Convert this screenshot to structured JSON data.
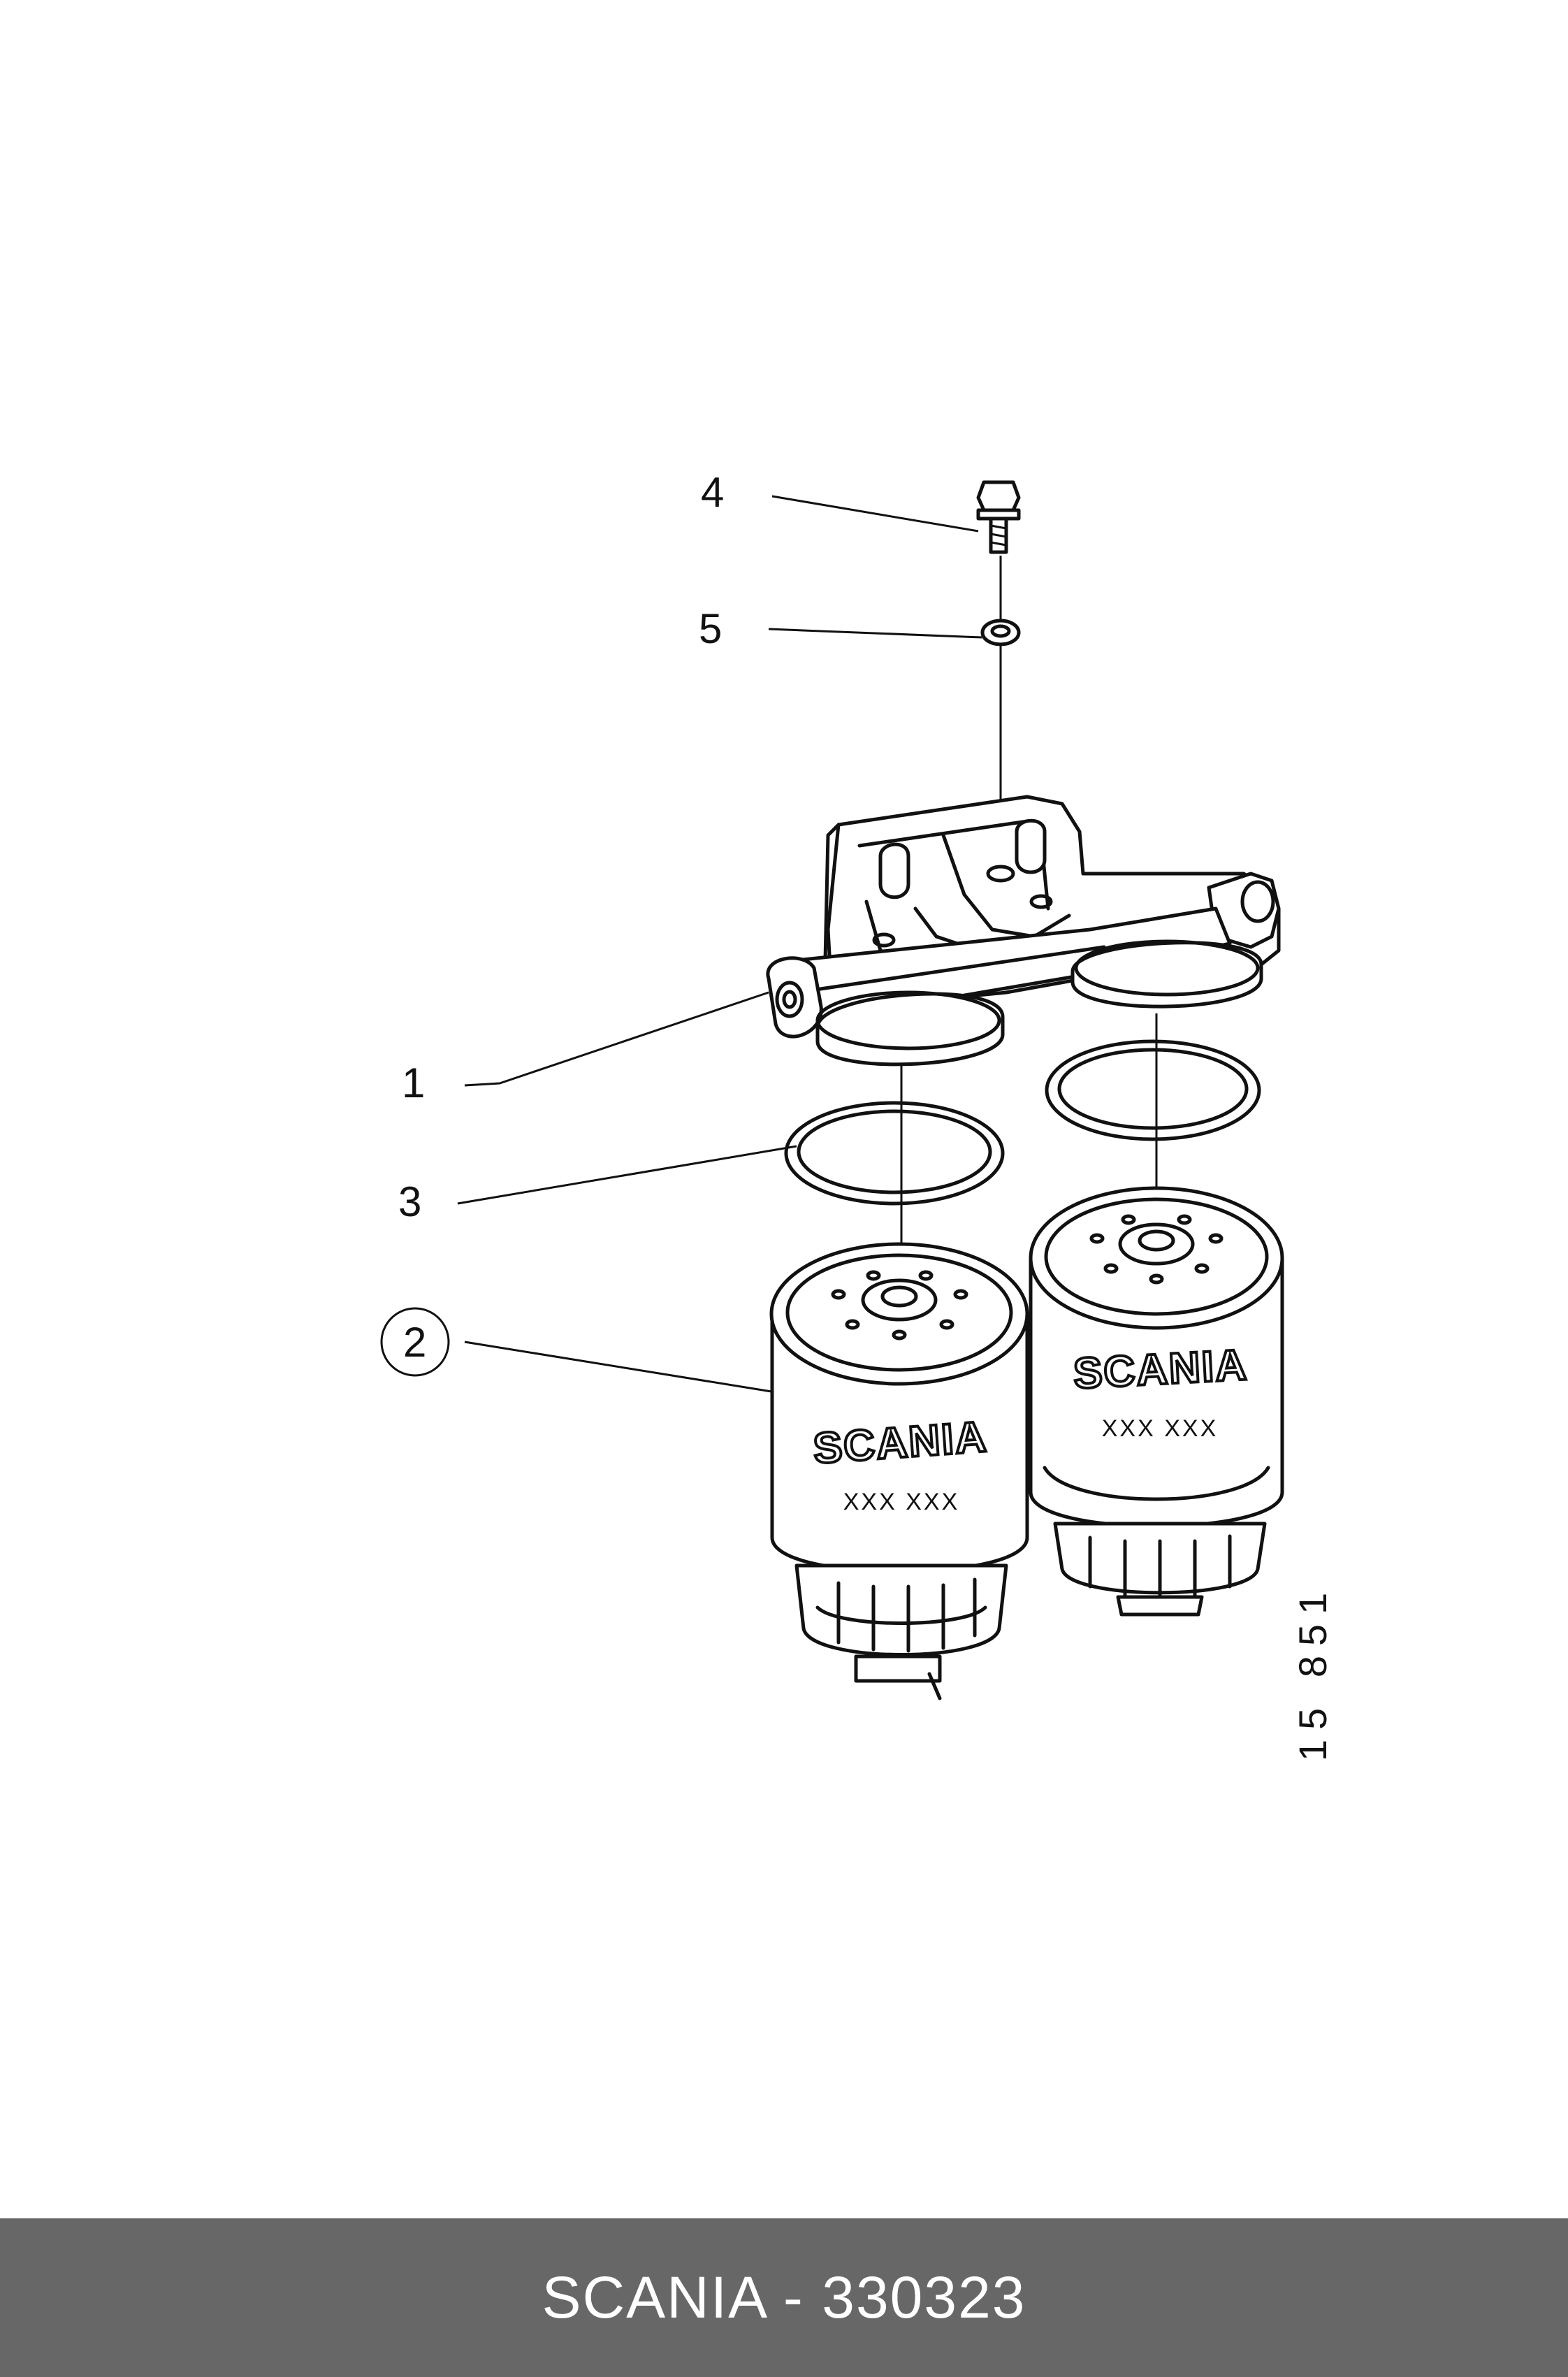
{
  "callouts": [
    {
      "id": "1",
      "label": "1"
    },
    {
      "id": "2",
      "label": "2"
    },
    {
      "id": "3",
      "label": "3"
    },
    {
      "id": "4",
      "label": "4"
    },
    {
      "id": "5",
      "label": "5"
    }
  ],
  "filter_left": {
    "brand": "SCANIA",
    "code": "XXX XXX"
  },
  "filter_right": {
    "brand": "SCANIA",
    "code": "XXX XXX"
  },
  "drawing_number": "15 851",
  "footer": {
    "text": "SCANIA - 330323"
  },
  "colors": {
    "footer_bg": "#676767",
    "footer_text": "#ffffff",
    "line": "#111111"
  }
}
